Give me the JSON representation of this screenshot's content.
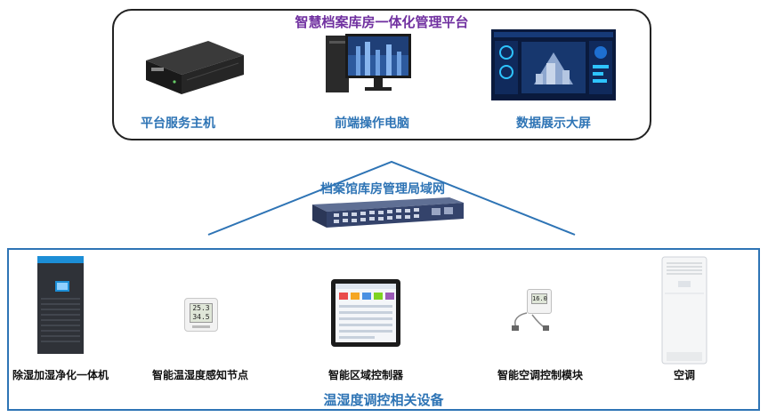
{
  "platform": {
    "title": "智慧档案库房一体化管理平台",
    "items": [
      {
        "label": "平台服务主机",
        "icon": "server-icon"
      },
      {
        "label": "前端操作电脑",
        "icon": "desktop-computer-icon"
      },
      {
        "label": "数据展示大屏",
        "icon": "dashboard-screen-icon"
      }
    ]
  },
  "network": {
    "title": "档案馆库房管理局域网",
    "icon": "network-switch-icon"
  },
  "devices": {
    "title": "温湿度调控相关设备",
    "border_color": "#2e74b5",
    "items": [
      {
        "label": "除湿加湿净化一体机",
        "icon": "dehumidifier-cabinet-icon"
      },
      {
        "label": "智能温湿度感知节点",
        "icon": "temp-humidity-sensor-icon",
        "readings": [
          "25.3",
          "34.5"
        ]
      },
      {
        "label": "智能区域控制器",
        "icon": "touch-panel-controller-icon"
      },
      {
        "label": "智能空调控制模块",
        "icon": "ac-control-module-icon",
        "readings": [
          "16.0"
        ]
      },
      {
        "label": "空调",
        "icon": "floor-air-conditioner-icon"
      }
    ]
  },
  "colors": {
    "platform_title": "#7030a0",
    "label_blue": "#2e74b5"
  }
}
